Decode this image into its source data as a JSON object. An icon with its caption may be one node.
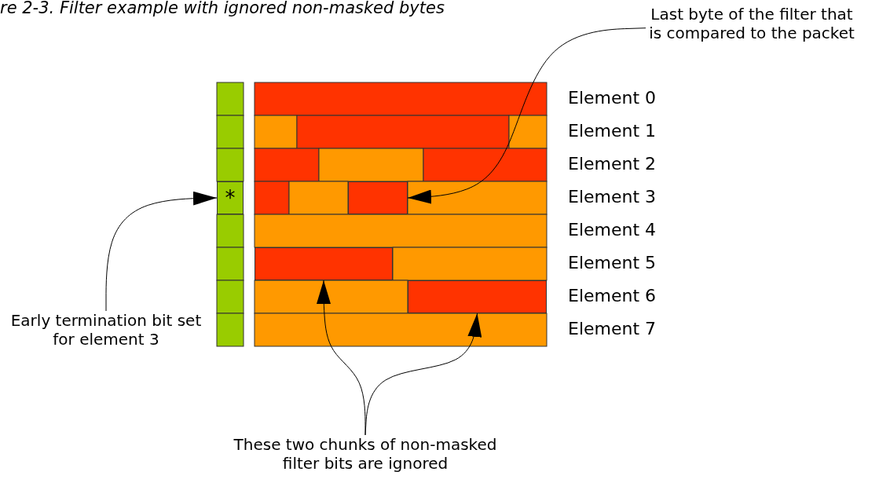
{
  "diagram": {
    "title": "re 2-3. Filter example with ignored non-masked bytes",
    "nodes": [
      {
        "text": [
          "Last byte of the filter that is compared to the packet"
        ]
      },
      {
        "text": [
          "*"
        ]
      },
      {
        "text": [],
        "shape": "bar"
      },
      {
        "text": [],
        "shape": "bar"
      },
      {
        "text": [],
        "shape": "bar"
      },
      {
        "text": [
          "Early termination bit set for element 3"
        ]
      },
      {
        "text": [
          "These two chunks of non-masked filter bits are ignored"
        ]
      }
    ],
    "edges": [
      {
        "from": 0,
        "to": 2,
        "arrow": "to"
      },
      {
        "from": 5,
        "to": 1,
        "arrow": "to"
      },
      {
        "from": 6,
        "to": 3,
        "arrow": "to"
      },
      {
        "from": 6,
        "to": 4,
        "arrow": "to"
      }
    ],
    "labels": [
      "Element 0",
      "Element 1",
      "Element 2",
      "Element 3",
      "Element 4",
      "Element 5",
      "Element 6",
      "Element 7"
    ]
  }
}
